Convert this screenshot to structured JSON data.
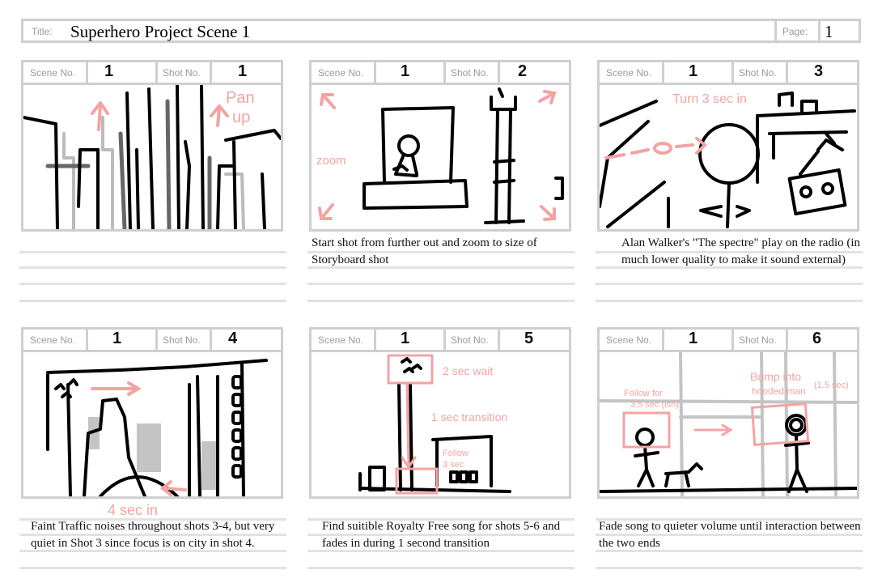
{
  "header": {
    "title_label": "Title:",
    "title": "Superhero Project Scene 1",
    "page_label": "Page:",
    "page": "1"
  },
  "labels": {
    "scene": "Scene No.",
    "shot": "Shot No."
  },
  "panels": [
    {
      "scene": "1",
      "shot": "1",
      "note": "",
      "annotations": [
        "Pan",
        "up"
      ]
    },
    {
      "scene": "1",
      "shot": "2",
      "note": "Start shot from further out and zoom to size of Storyboard shot",
      "annotations": [
        "zoom"
      ]
    },
    {
      "scene": "1",
      "shot": "3",
      "note": "Alan Walker's \"The spectre\" play on the radio (in much lower quality to make it sound external)",
      "annotations": [
        "Turn 3 sec in"
      ]
    },
    {
      "scene": "1",
      "shot": "4",
      "note": "Faint Traffic noises throughout shots 3-4, but very quiet in Shot 3 since focus is on city in shot 4.",
      "annotations": [
        "4 sec in"
      ]
    },
    {
      "scene": "1",
      "shot": "5",
      "note": "Find suitible Royalty Free song for shots 5-6 and fades in during 1 second transition",
      "annotations": [
        "2 sec wait",
        "1 sec transition",
        "Follow",
        "3 sec"
      ]
    },
    {
      "scene": "1",
      "shot": "6",
      "note": "Fade song to quieter volume until interaction between the two ends",
      "annotations": [
        "Follow for",
        "3.5 sec (ish)",
        "Bump into",
        "(1.5 sec)",
        "hooded man"
      ]
    }
  ],
  "colors": {
    "frame": "#cfcfcf",
    "rule": "#e2e2e2",
    "ink": "#000000",
    "annotation": "#f4a3a3",
    "gray_ink": "#b8b8b8"
  }
}
